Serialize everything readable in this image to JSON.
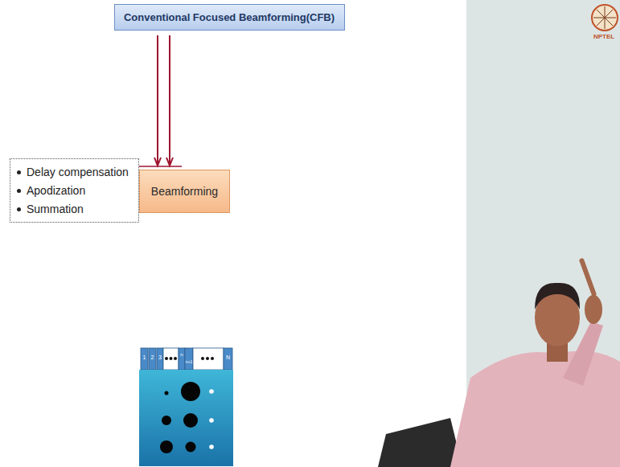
{
  "diagram": {
    "nodes": [
      {
        "text": [
          "Conventional Focused Beamforming(CFB)"
        ]
      },
      {
        "text": [
          "Delay compensation",
          "Apodization",
          "Summation"
        ]
      },
      {
        "text": [
          "Beamforming"
        ]
      }
    ],
    "edges": [
      {
        "from": 1,
        "to": 2,
        "arrow": "none"
      }
    ],
    "labels": [
      "1",
      "2",
      "3",
      "n",
      "n+1",
      "N",
      "NPTEL"
    ]
  }
}
